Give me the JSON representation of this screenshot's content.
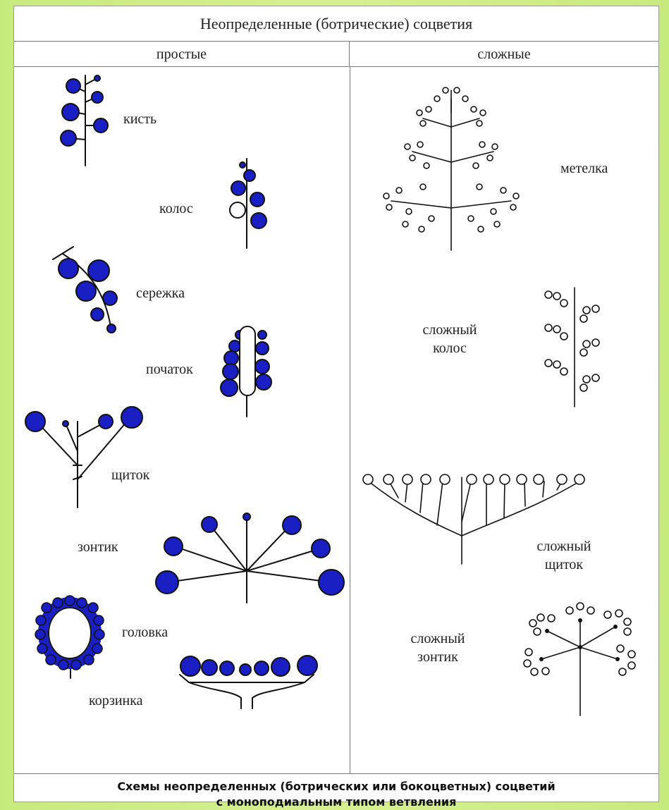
{
  "header": {
    "title": "Неопределенные (ботрические) соцветия",
    "col_simple": "простые",
    "col_complex": "сложные"
  },
  "simple": {
    "raceme": "кисть",
    "spike": "колос",
    "catkin": "сережка",
    "spadix": "початок",
    "corymb": "щиток",
    "umbel": "зонтик",
    "head": "головка",
    "basket": "корзинка"
  },
  "complex": {
    "panicle": "метелка",
    "compound_spike_l1": "сложный",
    "compound_spike_l2": "колос",
    "compound_corymb_l1": "сложный",
    "compound_corymb_l2": "щиток",
    "compound_umbel_l1": "сложный",
    "compound_umbel_l2": "зонтик"
  },
  "caption": {
    "line1": "Схемы неопределенных (ботрических или бокоцветных) соцветий",
    "line2": "с моноподиальным типом ветвления"
  },
  "colors": {
    "background": "#cdee86",
    "flower_fill": "#1a1fc4",
    "flower_stroke": "#111111",
    "line": "#111111",
    "rule": "#7a7a7a"
  }
}
